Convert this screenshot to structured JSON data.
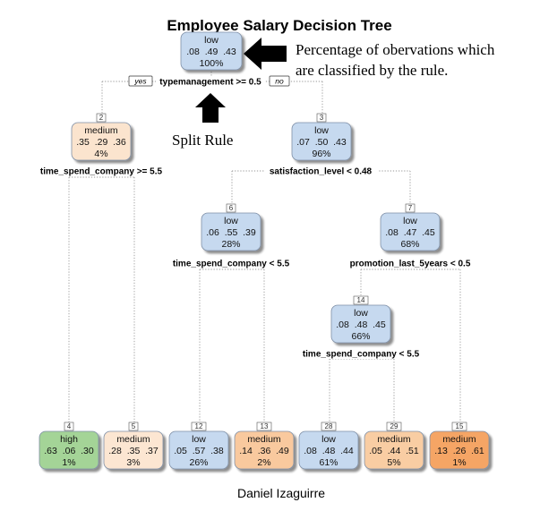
{
  "title": "Employee Salary Decision Tree",
  "author": "Daniel Izaguirre",
  "annotations": {
    "percentage_line1": "Percentage of obervations which",
    "percentage_line2": "are classified by the rule.",
    "split_rule": "Split Rule"
  },
  "branch_labels": {
    "yes": "yes",
    "no": "no"
  },
  "colors": {
    "low": "#c6d9ef",
    "medium_1": "#fae3cc",
    "medium_2": "#f9c79a",
    "medium_3": "#f5a565",
    "high": "#a4d497"
  },
  "nodes": [
    {
      "key": "n1",
      "id": "",
      "cls": "low",
      "probs": ".08  .49  .43",
      "pct": "100%",
      "color": "#c6d9ef"
    },
    {
      "key": "n2",
      "id": "2",
      "cls": "medium",
      "probs": ".35  .29  .36",
      "pct": "4%",
      "color": "#fbe4ce"
    },
    {
      "key": "n3",
      "id": "3",
      "cls": "low",
      "probs": ".07  .50  .43",
      "pct": "96%",
      "color": "#c6d9ef"
    },
    {
      "key": "n6",
      "id": "6",
      "cls": "low",
      "probs": ".06  .55  .39",
      "pct": "28%",
      "color": "#c6d9ef"
    },
    {
      "key": "n7",
      "id": "7",
      "cls": "low",
      "probs": ".08  .47  .45",
      "pct": "68%",
      "color": "#c6d9ef"
    },
    {
      "key": "n14",
      "id": "14",
      "cls": "low",
      "probs": ".08  .48  .45",
      "pct": "66%",
      "color": "#c6d9ef"
    },
    {
      "key": "n4",
      "id": "4",
      "cls": "high",
      "probs": ".63  .06  .30",
      "pct": "1%",
      "color": "#a4d497"
    },
    {
      "key": "n5",
      "id": "5",
      "cls": "medium",
      "probs": ".28  .35  .37",
      "pct": "3%",
      "color": "#fce6d2"
    },
    {
      "key": "n12",
      "id": "12",
      "cls": "low",
      "probs": ".05  .57  .38",
      "pct": "26%",
      "color": "#c6d9ef"
    },
    {
      "key": "n13",
      "id": "13",
      "cls": "medium",
      "probs": ".14  .36  .49",
      "pct": "2%",
      "color": "#f9c99e"
    },
    {
      "key": "n28",
      "id": "28",
      "cls": "low",
      "probs": ".08  .48  .44",
      "pct": "61%",
      "color": "#c6d9ef"
    },
    {
      "key": "n29",
      "id": "29",
      "cls": "medium",
      "probs": ".05  .44  .51",
      "pct": "5%",
      "color": "#f9cda3"
    },
    {
      "key": "n15",
      "id": "15",
      "cls": "medium",
      "probs": ".13  .26  .61",
      "pct": "1%",
      "color": "#f5a565"
    }
  ],
  "splits": {
    "root": "typemanagement >= 0.5",
    "n2": "time_spend_company >= 5.5",
    "n3": "satisfaction_level < 0.48",
    "n6": "time_spend_company < 5.5",
    "n7": "promotion_last_5years < 0.5",
    "n14": "time_spend_company < 5.5"
  }
}
